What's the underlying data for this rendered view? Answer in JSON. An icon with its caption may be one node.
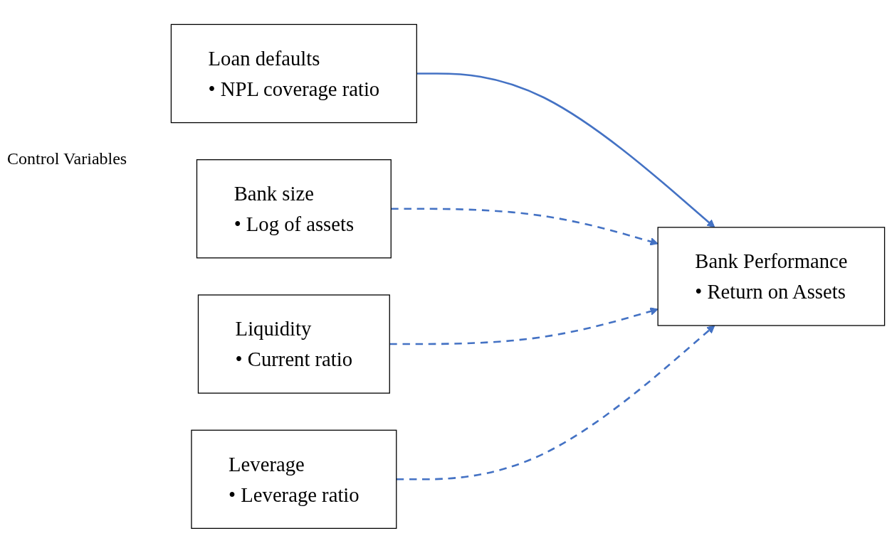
{
  "diagram": {
    "nodes": [
      {
        "text": [
          "Loan defaults",
          "• NPL coverage ratio"
        ]
      },
      {
        "text": [
          "Bank size",
          "• Log of assets"
        ]
      },
      {
        "text": [
          "Liquidity",
          "• Current ratio"
        ]
      },
      {
        "text": [
          "Leverage",
          "• Leverage ratio"
        ]
      },
      {
        "text": [
          "Bank Performance",
          "• Return on Assets"
        ]
      }
    ],
    "edges": [
      {
        "from": 0,
        "to": 4,
        "arrow": "to"
      },
      {
        "from": 1,
        "to": 4,
        "arrow": "to",
        "style": "dashed"
      },
      {
        "from": 2,
        "to": 4,
        "arrow": "to",
        "style": "dashed"
      },
      {
        "from": 3,
        "to": 4,
        "arrow": "to",
        "style": "dashed"
      }
    ],
    "labels": [
      "Control Variables"
    ]
  }
}
